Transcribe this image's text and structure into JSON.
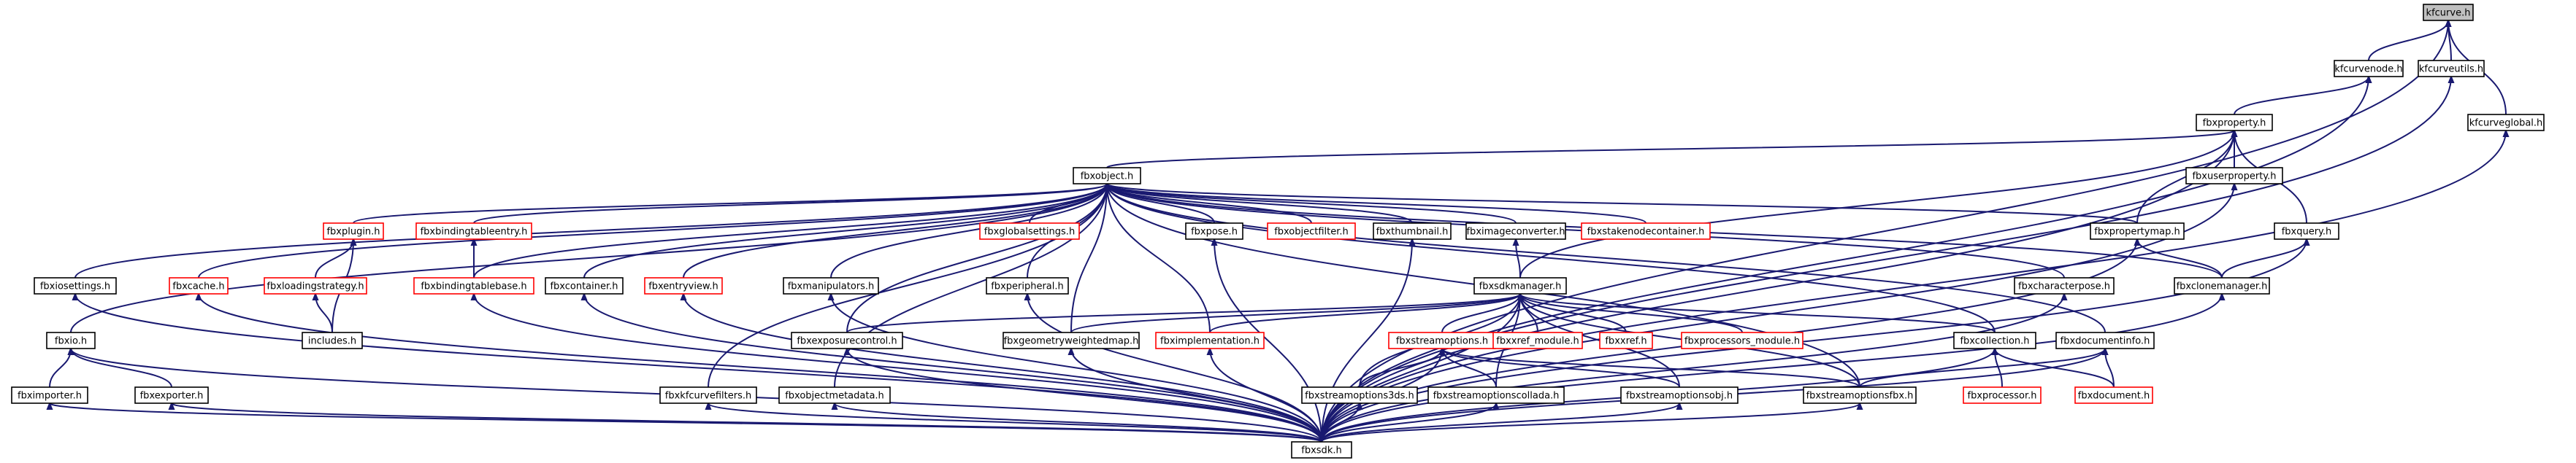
{
  "colors": {
    "edge": "#191970",
    "node_border_documented": "#000000",
    "node_border_undocumented": "#ff0000",
    "root_fill": "#c0c0c0",
    "text": "#000000"
  },
  "nodes": [
    {
      "id": "kfcurve",
      "label": "kfcurve.h",
      "root": true
    },
    {
      "id": "kfcurvenode",
      "label": "kfcurvenode.h"
    },
    {
      "id": "kfcurveutils",
      "label": "kfcurveutils.h"
    },
    {
      "id": "kfcurveglobal",
      "label": "kfcurveglobal.h"
    },
    {
      "id": "fbxproperty",
      "label": "fbxproperty.h"
    },
    {
      "id": "fbxuserproperty",
      "label": "fbxuserproperty.h"
    },
    {
      "id": "fbxobject",
      "label": "fbxobject.h"
    },
    {
      "id": "fbxpropertymap",
      "label": "fbxpropertymap.h"
    },
    {
      "id": "fbxquery",
      "label": "fbxquery.h"
    },
    {
      "id": "fbxplugin",
      "label": "fbxplugin.h",
      "undocumented": true
    },
    {
      "id": "fbxbindingtableentry",
      "label": "fbxbindingtableentry.h",
      "undocumented": true
    },
    {
      "id": "fbxglobalsettings",
      "label": "fbxglobalsettings.h",
      "undocumented": true
    },
    {
      "id": "fbxpose",
      "label": "fbxpose.h"
    },
    {
      "id": "fbxobjectfilter",
      "label": "fbxobjectfilter.h",
      "undocumented": true
    },
    {
      "id": "fbxthumbnail",
      "label": "fbxthumbnail.h"
    },
    {
      "id": "fbximageconverter",
      "label": "fbximageconverter.h"
    },
    {
      "id": "fbxstakenodecontainer",
      "label": "fbxstakenodecontainer.h",
      "undocumented": true
    },
    {
      "id": "fbxiosettings",
      "label": "fbxiosettings.h"
    },
    {
      "id": "fbxcache",
      "label": "fbxcache.h",
      "undocumented": true
    },
    {
      "id": "fbxloadingstrategy",
      "label": "fbxloadingstrategy.h",
      "undocumented": true
    },
    {
      "id": "fbxbindingtablebase",
      "label": "fbxbindingtablebase.h",
      "undocumented": true
    },
    {
      "id": "fbxcontainer",
      "label": "fbxcontainer.h"
    },
    {
      "id": "fbxentryview",
      "label": "fbxentryview.h",
      "undocumented": true
    },
    {
      "id": "fbxmanipulators",
      "label": "fbxmanipulators.h"
    },
    {
      "id": "fbxperipheral",
      "label": "fbxperipheral.h"
    },
    {
      "id": "fbxsdkmanager",
      "label": "fbxsdkmanager.h"
    },
    {
      "id": "fbxcharacterpose",
      "label": "fbxcharacterpose.h"
    },
    {
      "id": "fbxclonemanager",
      "label": "fbxclonemanager.h"
    },
    {
      "id": "includes",
      "label": "includes.h"
    },
    {
      "id": "fbxio",
      "label": "fbxio.h"
    },
    {
      "id": "fbxexposurecontrol",
      "label": "fbxexposurecontrol.h"
    },
    {
      "id": "fbxgeometryweightedmap",
      "label": "fbxgeometryweightedmap.h"
    },
    {
      "id": "fbximplementation",
      "label": "fbximplementation.h",
      "undocumented": true
    },
    {
      "id": "fbxstreamoptions",
      "label": "fbxstreamoptions.h",
      "undocumented": true
    },
    {
      "id": "fbxxref_module",
      "label": "fbxxref_module.h",
      "undocumented": true
    },
    {
      "id": "fbxxref",
      "label": "fbxxref.h",
      "undocumented": true
    },
    {
      "id": "fbxprocessors_module",
      "label": "fbxprocessors_module.h",
      "undocumented": true
    },
    {
      "id": "fbxcollection",
      "label": "fbxcollection.h"
    },
    {
      "id": "fbxdocumentinfo",
      "label": "fbxdocumentinfo.h"
    },
    {
      "id": "fbximporter",
      "label": "fbximporter.h"
    },
    {
      "id": "fbxexporter",
      "label": "fbxexporter.h"
    },
    {
      "id": "fbxkfcurvefilters",
      "label": "fbxkfcurvefilters.h"
    },
    {
      "id": "fbxobjectmetadata",
      "label": "fbxobjectmetadata.h"
    },
    {
      "id": "fbxstreamoptions3ds",
      "label": "fbxstreamoptions3ds.h"
    },
    {
      "id": "fbxstreamoptionscollada",
      "label": "fbxstreamoptionscollada.h"
    },
    {
      "id": "fbxstreamoptionsobj",
      "label": "fbxstreamoptionsobj.h"
    },
    {
      "id": "fbxstreamoptionsfbx",
      "label": "fbxstreamoptionsfbx.h"
    },
    {
      "id": "fbxprocessor",
      "label": "fbxprocessor.h",
      "undocumented": true
    },
    {
      "id": "fbxdocument",
      "label": "fbxdocument.h",
      "undocumented": true
    },
    {
      "id": "fbxsdk",
      "label": "fbxsdk.h"
    }
  ],
  "edges": [
    [
      "kfcurvenode",
      "kfcurve"
    ],
    [
      "kfcurveutils",
      "kfcurve"
    ],
    [
      "kfcurveglobal",
      "kfcurve"
    ],
    [
      "fbxsdk",
      "kfcurve"
    ],
    [
      "fbxproperty",
      "kfcurvenode"
    ],
    [
      "fbxsdk",
      "kfcurvenode"
    ],
    [
      "fbxsdk",
      "kfcurveutils"
    ],
    [
      "fbxsdk",
      "kfcurveglobal"
    ],
    [
      "fbxobject",
      "fbxproperty"
    ],
    [
      "fbxuserproperty",
      "fbxproperty"
    ],
    [
      "fbxpropertymap",
      "fbxproperty"
    ],
    [
      "fbxquery",
      "fbxproperty"
    ],
    [
      "fbxsdkmanager",
      "fbxproperty"
    ],
    [
      "fbxsdk",
      "fbxproperty"
    ],
    [
      "fbxsdk",
      "fbxuserproperty"
    ],
    [
      "fbxclonemanager",
      "fbxquery"
    ],
    [
      "fbxsdk",
      "fbxquery"
    ],
    [
      "fbxclonemanager",
      "fbxpropertymap"
    ],
    [
      "fbxsdk",
      "fbxpropertymap"
    ],
    [
      "fbxsdk",
      "fbxclonemanager"
    ],
    [
      "fbxplugin",
      "fbxobject"
    ],
    [
      "fbxbindingtableentry",
      "fbxobject"
    ],
    [
      "fbxglobalsettings",
      "fbxobject"
    ],
    [
      "fbxpose",
      "fbxobject"
    ],
    [
      "fbxobjectfilter",
      "fbxobject"
    ],
    [
      "fbxthumbnail",
      "fbxobject"
    ],
    [
      "fbximageconverter",
      "fbxobject"
    ],
    [
      "fbxstakenodecontainer",
      "fbxobject"
    ],
    [
      "fbxiosettings",
      "fbxobject"
    ],
    [
      "fbxcache",
      "fbxobject"
    ],
    [
      "fbxbindingtablebase",
      "fbxobject"
    ],
    [
      "fbxcontainer",
      "fbxobject"
    ],
    [
      "fbxentryview",
      "fbxobject"
    ],
    [
      "fbxmanipulators",
      "fbxobject"
    ],
    [
      "fbxperipheral",
      "fbxobject"
    ],
    [
      "fbxpropertymap",
      "fbxobject"
    ],
    [
      "fbxcharacterpose",
      "fbxobject"
    ],
    [
      "fbxclonemanager",
      "fbxobject"
    ],
    [
      "fbxio",
      "fbxobject"
    ],
    [
      "fbxexposurecontrol",
      "fbxobject"
    ],
    [
      "fbxgeometryweightedmap",
      "fbxobject"
    ],
    [
      "fbximplementation",
      "fbxobject"
    ],
    [
      "fbxcollection",
      "fbxobject"
    ],
    [
      "fbxdocumentinfo",
      "fbxobject"
    ],
    [
      "fbxkfcurvefilters",
      "fbxobject"
    ],
    [
      "fbxobjectmetadata",
      "fbxobject"
    ],
    [
      "fbxstreamoptionsfbx",
      "fbxobject"
    ],
    [
      "fbxloadingstrategy",
      "fbxplugin"
    ],
    [
      "includes",
      "fbxplugin"
    ],
    [
      "includes",
      "fbxloadingstrategy"
    ],
    [
      "fbxbindingtablebase",
      "fbxbindingtableentry"
    ],
    [
      "fbxsdkmanager",
      "fbximageconverter"
    ],
    [
      "fbxexposurecontrol",
      "fbxsdkmanager"
    ],
    [
      "fbxgeometryweightedmap",
      "fbxsdkmanager"
    ],
    [
      "fbximplementation",
      "fbxsdkmanager"
    ],
    [
      "fbxstreamoptions",
      "fbxsdkmanager"
    ],
    [
      "fbxxref_module",
      "fbxsdkmanager"
    ],
    [
      "fbxxref",
      "fbxsdkmanager"
    ],
    [
      "fbxprocessors_module",
      "fbxsdkmanager"
    ],
    [
      "fbxcollection",
      "fbxsdkmanager"
    ],
    [
      "fbxstreamoptions3ds",
      "fbxsdkmanager"
    ],
    [
      "fbxstreamoptionscollada",
      "fbxsdkmanager"
    ],
    [
      "fbxstreamoptionsobj",
      "fbxsdkmanager"
    ],
    [
      "fbxstreamoptionsfbx",
      "fbxsdkmanager"
    ],
    [
      "fbxsdk",
      "fbxsdkmanager"
    ],
    [
      "fbxstreamoptions3ds",
      "fbxstreamoptions"
    ],
    [
      "fbxstreamoptionscollada",
      "fbxstreamoptions"
    ],
    [
      "fbxstreamoptionsobj",
      "fbxstreamoptions"
    ],
    [
      "fbxstreamoptionsfbx",
      "fbxstreamoptions"
    ],
    [
      "fbxsdk",
      "fbxstreamoptions"
    ],
    [
      "fbxprocessor",
      "fbxcollection"
    ],
    [
      "fbxdocument",
      "fbxcollection"
    ],
    [
      "fbxsdk",
      "fbxcollection"
    ],
    [
      "fbxdocument",
      "fbxdocumentinfo"
    ],
    [
      "fbxstreamoptionsfbx",
      "fbxdocumentinfo"
    ],
    [
      "fbximporter",
      "fbxio"
    ],
    [
      "fbxexporter",
      "fbxio"
    ],
    [
      "fbxsdk",
      "fbxio"
    ],
    [
      "fbxsdk",
      "fbxiosettings"
    ],
    [
      "fbxsdk",
      "fbxcache"
    ],
    [
      "fbxsdk",
      "fbxbindingtablebase"
    ],
    [
      "fbxsdk",
      "fbxcontainer"
    ],
    [
      "fbxsdk",
      "fbxentryview"
    ],
    [
      "fbxsdk",
      "fbxmanipulators"
    ],
    [
      "fbxsdk",
      "fbxperipheral"
    ],
    [
      "fbxsdk",
      "fbxpose"
    ],
    [
      "fbxsdk",
      "fbxthumbnail"
    ],
    [
      "fbxsdk",
      "fbxcharacterpose"
    ],
    [
      "fbxsdk",
      "fbxexposurecontrol"
    ],
    [
      "fbxsdk",
      "fbxgeometryweightedmap"
    ],
    [
      "fbxsdk",
      "fbximplementation"
    ],
    [
      "fbxsdk",
      "fbximporter"
    ],
    [
      "fbxsdk",
      "fbxexporter"
    ],
    [
      "fbxsdk",
      "fbxkfcurvefilters"
    ],
    [
      "fbxsdk",
      "fbxobjectmetadata"
    ],
    [
      "fbxsdk",
      "fbxstreamoptions3ds"
    ],
    [
      "fbxsdk",
      "fbxstreamoptionscollada"
    ],
    [
      "fbxsdk",
      "fbxstreamoptionsobj"
    ],
    [
      "fbxsdk",
      "fbxstreamoptionsfbx"
    ],
    [
      "fbxsdk",
      "fbxdocumentinfo"
    ]
  ]
}
